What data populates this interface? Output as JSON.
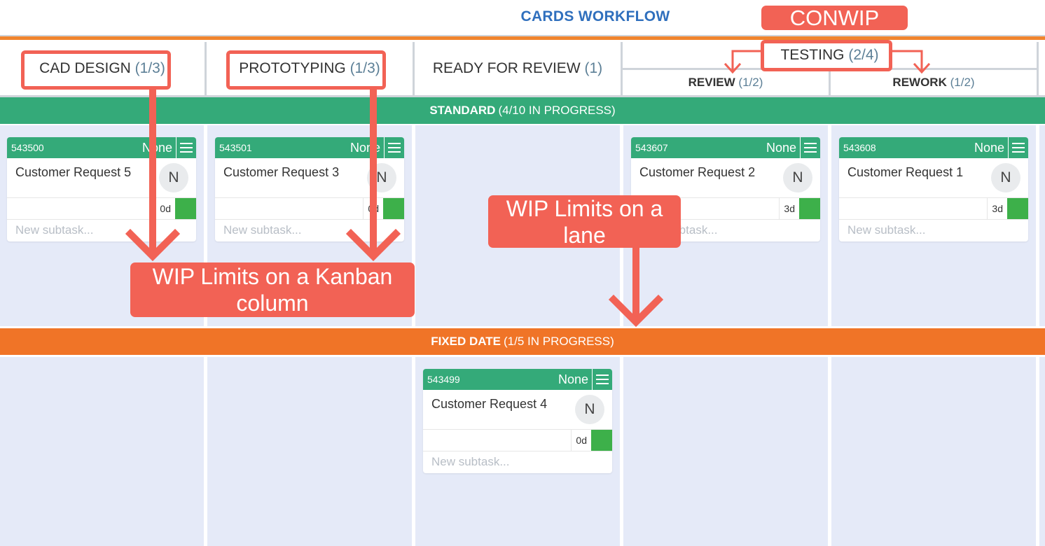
{
  "header": {
    "title": "CARDS WORKFLOW"
  },
  "columns": [
    {
      "name": "CAD DESIGN",
      "wip": "(1/3)"
    },
    {
      "name": "PROTOTYPING",
      "wip": "(1/3)"
    },
    {
      "name": "READY FOR REVIEW",
      "wip": "(1)"
    },
    {
      "name": "TESTING",
      "wip": "(2/4)",
      "subcolumns": [
        {
          "name": "REVIEW",
          "wip": "(1/2)"
        },
        {
          "name": "REWORK",
          "wip": "(1/2)"
        }
      ]
    }
  ],
  "lanes": [
    {
      "name": "STANDARD",
      "progress": "(4/10 IN PROGRESS)",
      "color": "#34aa79"
    },
    {
      "name": "FIXED DATE",
      "progress": "(1/5 IN PROGRESS)",
      "color": "#f07427"
    }
  ],
  "cards": [
    {
      "id": "543500",
      "priority": "None",
      "title": "Customer Request 5",
      "avatar": "N",
      "age": "0d",
      "subtask_placeholder": "New subtask..."
    },
    {
      "id": "543501",
      "priority": "None",
      "title": "Customer Request 3",
      "avatar": "N",
      "age": "0d",
      "subtask_placeholder": "New subtask..."
    },
    {
      "id": "543607",
      "priority": "None",
      "title": "Customer Request 2",
      "avatar": "N",
      "age": "3d",
      "subtask_placeholder": "New subtask..."
    },
    {
      "id": "543608",
      "priority": "None",
      "title": "Customer Request 1",
      "avatar": "N",
      "age": "3d",
      "subtask_placeholder": "New subtask..."
    },
    {
      "id": "543499",
      "priority": "None",
      "title": "Customer Request 4",
      "avatar": "N",
      "age": "0d",
      "subtask_placeholder": "New subtask..."
    }
  ],
  "annotations": {
    "conwip": "CONWIP",
    "wip_column": "WIP Limits on a Kanban column",
    "wip_lane": "WIP Limits on a lane"
  },
  "colors": {
    "accent": "#f26255",
    "title_blue": "#2f6fbd",
    "lane_bg": "#e5eaf8"
  }
}
